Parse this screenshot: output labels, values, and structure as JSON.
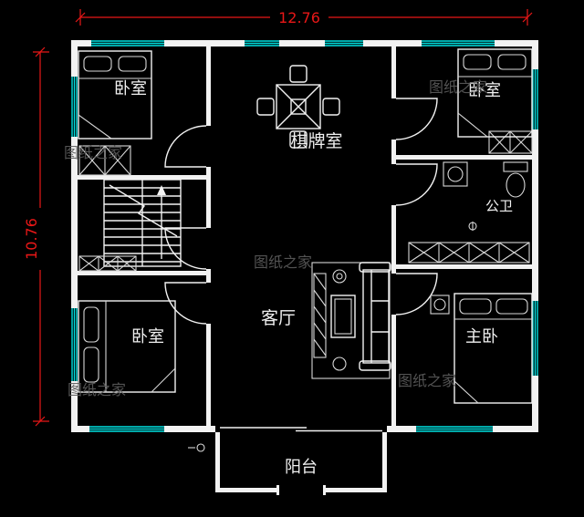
{
  "colors": {
    "background": "#000000",
    "wall": "#f2f2f2",
    "furniture": "#d8d8d8",
    "window": "#00e0e0",
    "dimension": "#e81717",
    "label": "#f0f0f0",
    "watermark": "#5c5c5c"
  },
  "dimensions": {
    "width_label": "12.76",
    "height_label": "10.76"
  },
  "rooms": {
    "bedroom_top_left": "卧室",
    "bedroom_top_right": "卧室",
    "game_room": "棋牌室",
    "bathroom": "公卫",
    "living_room": "客厅",
    "bedroom_bottom_left": "卧室",
    "master_bedroom": "主卧",
    "balcony": "阳台"
  },
  "watermark": {
    "text": "图纸之家"
  }
}
